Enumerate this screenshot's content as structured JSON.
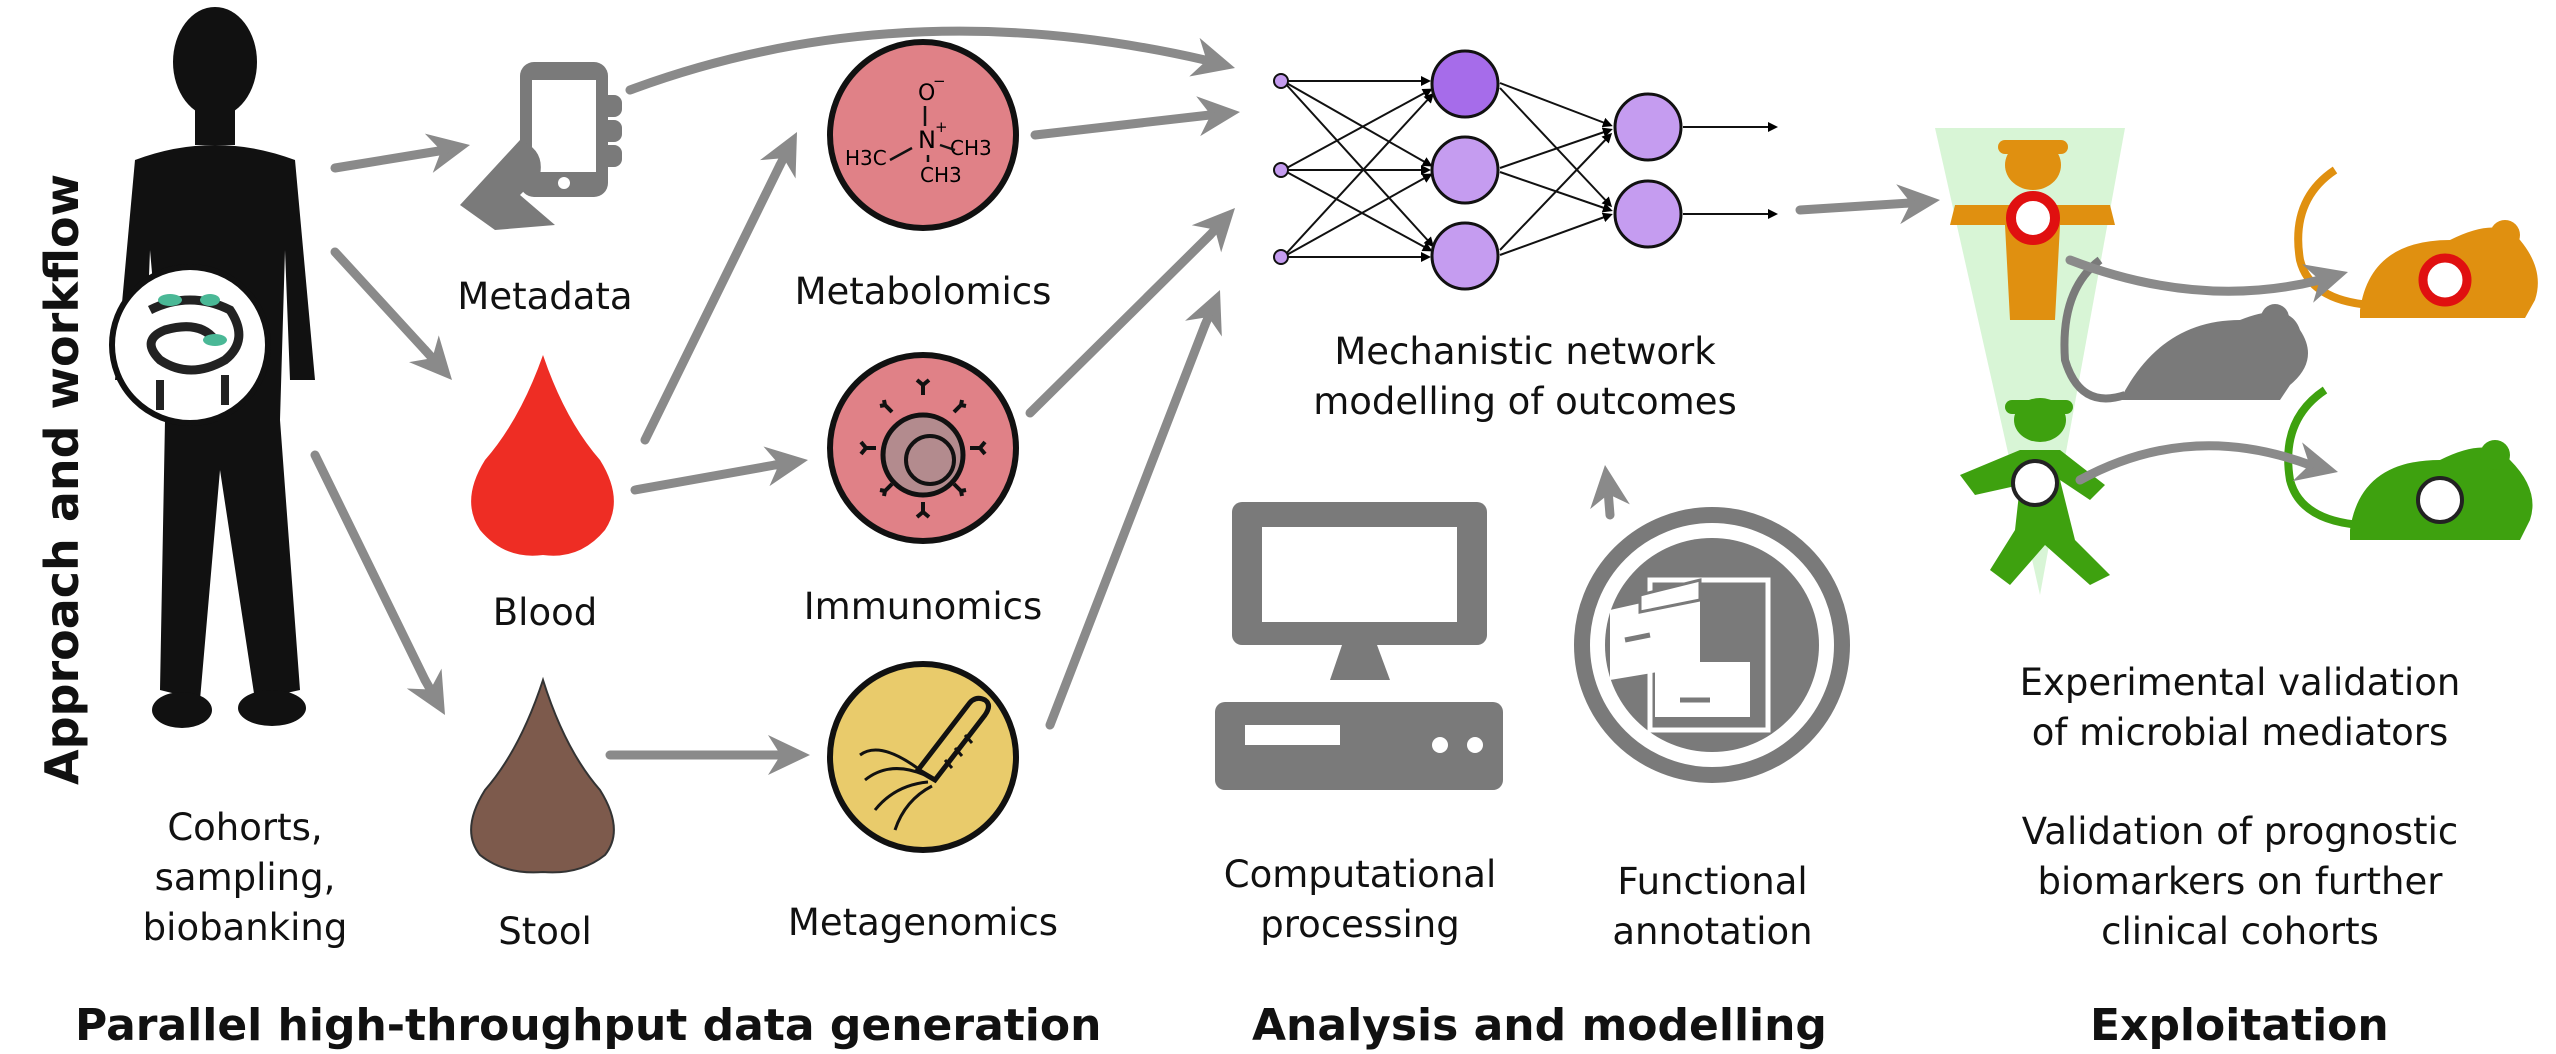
{
  "side_title": "Approach and workflow",
  "labels": {
    "cohorts": [
      "Cohorts,",
      "sampling,",
      "biobanking"
    ],
    "metadata": "Metadata",
    "blood": "Blood",
    "stool": "Stool",
    "metabolomics": "Metabolomics",
    "immunomics": "Immunomics",
    "metagenomics": "Metagenomics",
    "network": [
      "Mechanistic network",
      "modelling of outcomes"
    ],
    "computational": [
      "Computational",
      "processing"
    ],
    "functional": [
      "Functional",
      "annotation"
    ],
    "validation1": [
      "Experimental validation",
      "of microbial mediators"
    ],
    "validation2": [
      "Validation of prognostic",
      "biomarkers on further",
      "clinical cohorts"
    ]
  },
  "sections": {
    "data_generation": "Parallel high-throughput data generation",
    "analysis": "Analysis and modelling",
    "exploitation": "Exploitation"
  },
  "molecule": {
    "o": "O",
    "o_charge": "−",
    "n": "N",
    "n_charge": "+",
    "ch3_left": "H3C",
    "ch3_right": "CH3",
    "ch3_bottom": "CH3"
  },
  "colors": {
    "arrow": "#8a8a8a",
    "icon_gray": "#7a7a7a",
    "blood": "#ee2d24",
    "stool": "#7d5a4c",
    "omics_pink": "#e08187",
    "metagenomics_yellow": "#e9cb6b",
    "neuron": "#c59cf0",
    "neuron_dark": "#a66cea",
    "orange": "#e09010",
    "green": "#3ea10f",
    "light_green": "#d8f5d6",
    "ring_red": "#e01010"
  }
}
